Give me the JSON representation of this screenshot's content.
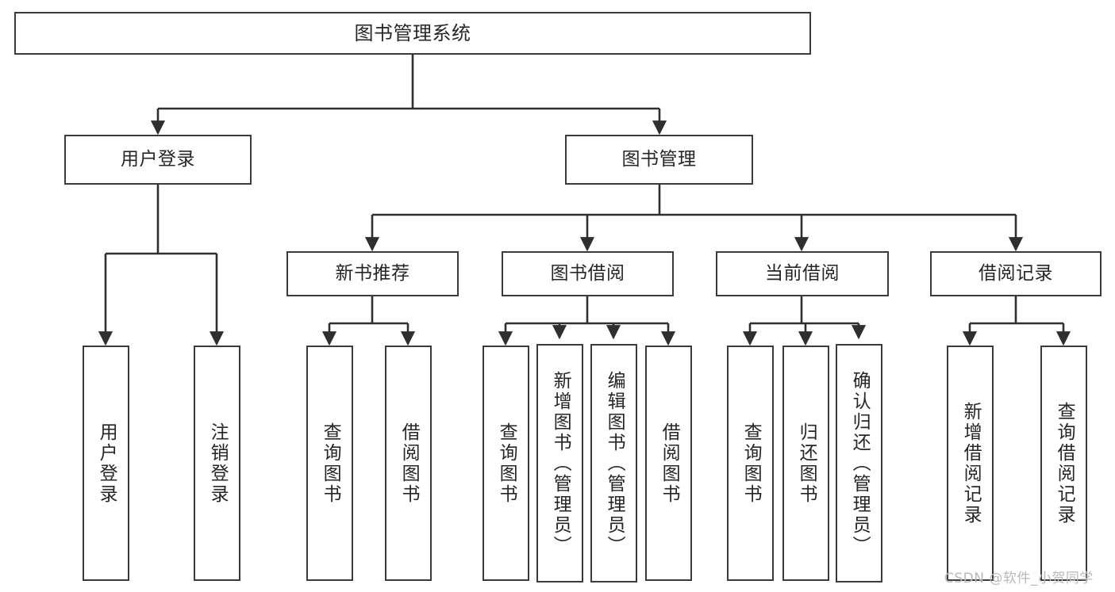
{
  "diagram": {
    "title": "图书管理系统",
    "type": "tree-hierarchy-diagram",
    "watermark": "CSDN @软件_小贺同学",
    "colors": {
      "node_border": "#3b3b3b",
      "node_fill": "#ffffff",
      "edge": "#2f2f2f",
      "text": "#262626",
      "watermark": "#b9b9b9",
      "background": "#ffffff"
    },
    "nodes": {
      "root": {
        "label": "图书管理系统",
        "orientation": "horizontal"
      },
      "level2": [
        {
          "label": "用户登录",
          "orientation": "horizontal"
        },
        {
          "label": "图书管理",
          "orientation": "horizontal"
        }
      ],
      "level3": [
        {
          "label": "新书推荐",
          "orientation": "horizontal"
        },
        {
          "label": "图书借阅",
          "orientation": "horizontal"
        },
        {
          "label": "当前借阅",
          "orientation": "horizontal"
        },
        {
          "label": "借阅记录",
          "orientation": "horizontal"
        }
      ],
      "leaves_user_login": [
        {
          "label": "用户登录",
          "orientation": "vertical"
        },
        {
          "label": "注销登录",
          "orientation": "vertical"
        }
      ],
      "leaves_new_book": [
        {
          "label": "查询图书",
          "orientation": "vertical"
        },
        {
          "label": "借阅图书",
          "orientation": "vertical"
        }
      ],
      "leaves_borrow": [
        {
          "label": "查询图书",
          "orientation": "vertical"
        },
        {
          "label": "新增图书（管理员）",
          "orientation": "vertical"
        },
        {
          "label": "编辑图书（管理员）",
          "orientation": "vertical"
        },
        {
          "label": "借阅图书",
          "orientation": "vertical"
        }
      ],
      "leaves_current": [
        {
          "label": "查询图书",
          "orientation": "vertical"
        },
        {
          "label": "归还图书",
          "orientation": "vertical"
        },
        {
          "label": "确认归还（管理员）",
          "orientation": "vertical"
        }
      ],
      "leaves_records": [
        {
          "label": "新增借阅记录",
          "orientation": "vertical"
        },
        {
          "label": "查询借阅记录",
          "orientation": "vertical"
        }
      ]
    }
  }
}
